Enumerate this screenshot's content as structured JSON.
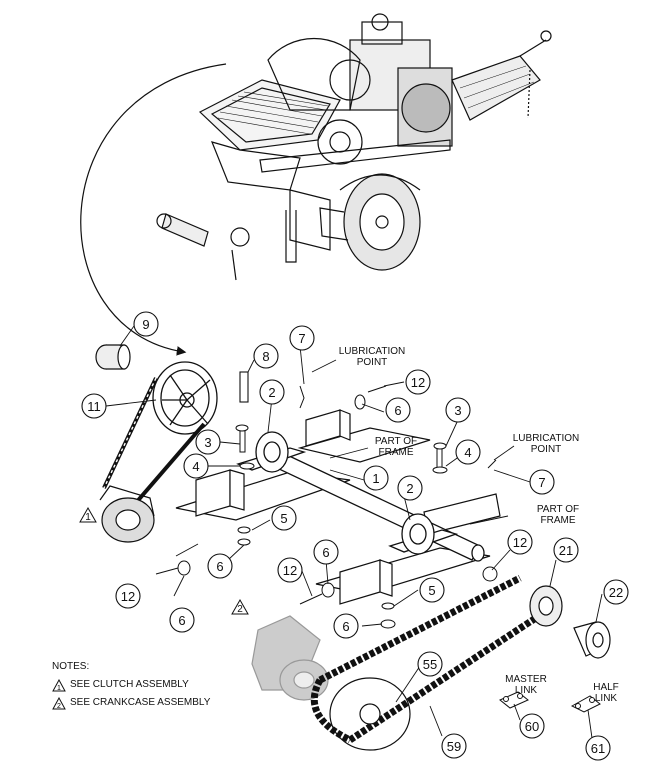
{
  "labels": {
    "lubrication_point": [
      "LUBRICATION",
      "POINT"
    ],
    "part_of_frame": [
      "PART OF",
      "FRAME"
    ],
    "master_link": [
      "MASTER",
      "LINK"
    ],
    "half_link": [
      "HALF",
      "LINK"
    ]
  },
  "callouts": {
    "c1": "1",
    "c2a": "2",
    "c2b": "2",
    "c3a": "3",
    "c3b": "3",
    "c4a": "4",
    "c4b": "4",
    "c5a": "5",
    "c5b": "5",
    "c6a": "6",
    "c6b": "6",
    "c6c": "6",
    "c6d": "6",
    "c7a": "7",
    "c7b": "7",
    "c8": "8",
    "c9": "9",
    "c11": "11",
    "c12a": "12",
    "c12b": "12",
    "c12c": "12",
    "c12d": "12",
    "c21": "21",
    "c22": "22",
    "c55": "55",
    "c59": "59",
    "c60": "60",
    "c61": "61"
  },
  "ref_marks": {
    "r1": "1",
    "r2": "2"
  },
  "notes": {
    "heading": "NOTES:",
    "items": [
      {
        "mark": "1",
        "text": "SEE CLUTCH ASSEMBLY"
      },
      {
        "mark": "2",
        "text": "SEE CRANKCASE ASSEMBLY"
      }
    ]
  }
}
